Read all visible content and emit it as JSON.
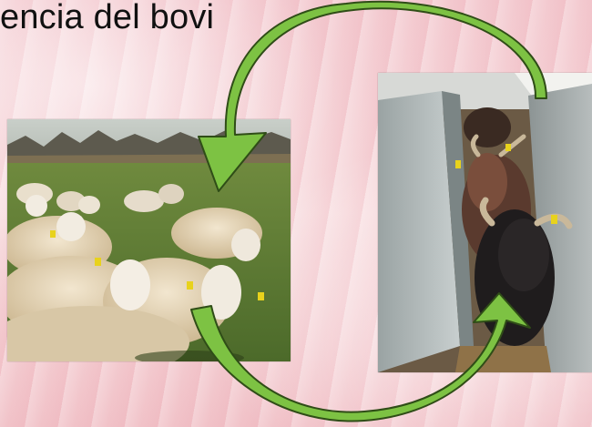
{
  "slide": {
    "title_text": "encia del bovi"
  },
  "images": {
    "left": "sheep-photo",
    "right": "goats-photo"
  },
  "colors": {
    "arrow_fill": "#7dc243",
    "arrow_stroke": "#2f4d17",
    "background": "#f6d4d8"
  }
}
